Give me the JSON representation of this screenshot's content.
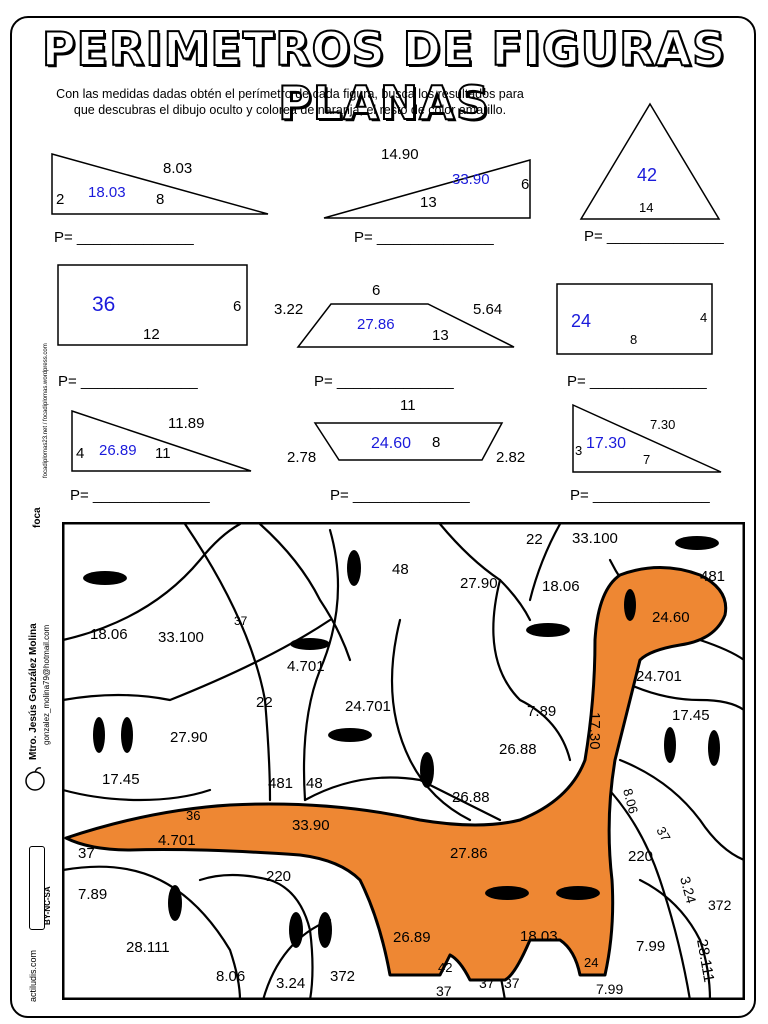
{
  "title": "PERIMETROS DE FIGURAS PLANAS",
  "instructions": "Con las medidas dadas obtén el perímetro de cada figura, busca los resultados para que descubras el dibujo oculto y colorea de naranja, el resto de color amarillo.",
  "answer_prefix": "P= ______________",
  "figures": [
    {
      "shape": "right-triangle",
      "labels": [
        "8.03",
        "2",
        "8"
      ],
      "answer": "18.03"
    },
    {
      "shape": "triangle",
      "labels": [
        "14.90",
        "6",
        "13"
      ],
      "answer": "33.90"
    },
    {
      "shape": "isosceles-triangle",
      "labels": [
        "14"
      ],
      "answer": "42"
    },
    {
      "shape": "rectangle",
      "labels": [
        "6",
        "12"
      ],
      "answer": "36"
    },
    {
      "shape": "trapezoid",
      "labels": [
        "6",
        "3.22",
        "5.64",
        "13"
      ],
      "answer": "27.86"
    },
    {
      "shape": "rectangle",
      "labels": [
        "4",
        "8"
      ],
      "answer": "24"
    },
    {
      "shape": "right-triangle",
      "labels": [
        "11.89",
        "4",
        "11"
      ],
      "answer": "26.89"
    },
    {
      "shape": "inverted-trapezoid",
      "labels": [
        "11",
        "2.78",
        "2.82",
        "8"
      ],
      "answer": "24.60"
    },
    {
      "shape": "right-triangle",
      "labels": [
        "7.30",
        "3",
        "7"
      ],
      "answer": "17.30"
    }
  ],
  "side_credits": {
    "blog": "foca",
    "blog_url": "focadiplomas23.net / focadiplomas.wordpress.com",
    "author": "Mtro. Jesús González Molina",
    "email": "gonzalez_molina79@hotmail.com",
    "license": "BY-NC-SA",
    "site": "actiludis.com"
  },
  "puzzle_numbers": [
    "22",
    "33.100",
    "48",
    "27.90",
    "18.06",
    "481",
    "24.60",
    "18.06",
    "33.100",
    "37",
    "4.701",
    "24.701",
    "22",
    "24.701",
    "7.89",
    "17.45",
    "27.90",
    "17.30",
    "26.88",
    "17.45",
    "481",
    "48",
    "26.88",
    "8.06",
    "36",
    "33.90",
    "37",
    "4.701",
    "27.86",
    "220",
    "37",
    "220",
    "7.89",
    "372",
    "26.89",
    "18.03",
    "28.111",
    "7.99",
    "3.24",
    "8.06",
    "3.24",
    "372",
    "42",
    "24",
    "28.111",
    "37",
    "37",
    "37",
    "7.99"
  ],
  "colors": {
    "orange": "#ee8733",
    "answer_blue": "#1a1adb"
  }
}
